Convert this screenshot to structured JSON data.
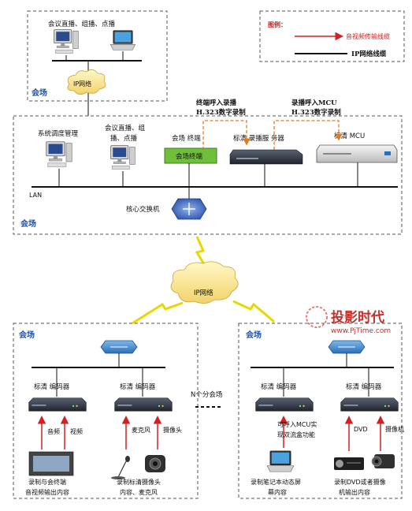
{
  "legend": {
    "title": "图例：",
    "av_cable": "音视频传输线缆",
    "ip_cable": "IP网络线缆",
    "av_color": "#d42020",
    "ip_color": "#000000"
  },
  "top_venue": {
    "label": "会议直播、组播、点播",
    "network": "IP网络",
    "venue": "会场"
  },
  "main_venue": {
    "sys_mgmt": "系统调度管理",
    "live_line1": "会议直播、组",
    "live_line2": "播、点播",
    "terminal_label": "会场 终端",
    "terminal_box": "会场终端",
    "terminal_box_color": "#6fbf3a",
    "rec_call_line1": "终端呼入录播",
    "rec_call_line2": "H.323数字录制",
    "server_label": "标清 录播服 务器",
    "mcu_call_line1": "录播呼入MCU",
    "mcu_call_line2": "H.323数字录制",
    "mcu_label": "标清 MCU",
    "lan": "LAN",
    "core_switch": "核心交换机",
    "venue": "会场"
  },
  "middle": {
    "network": "IP网络"
  },
  "watermark": {
    "brand": "投影时代",
    "url": "www.PjTime.com"
  },
  "left_venue": {
    "venue": "会场",
    "enc1_label": "标清 编码器",
    "enc2_label": "标清 编码器",
    "audio": "音频",
    "video": "视频",
    "mic": "麦克风",
    "camera": "摄像头",
    "caption1_line1": "录制与会终端",
    "caption1_line2": "音视频输出内容",
    "caption2_line1": "录制标清摄像头",
    "caption2_line2": "内容、麦克风"
  },
  "n_venues": "N个分会场",
  "right_venue": {
    "venue": "会场",
    "enc1_label": "标清 编码器",
    "enc2_label": "标清 编码器",
    "mcu_note_line1": "可呼入MCU实",
    "mcu_note_line2": "现双流盒功能",
    "dvd": "DVD",
    "camcorder": "摄像机",
    "caption1_line1": "录制笔记本动态屏",
    "caption1_line2": "幕内容",
    "caption2_line1": "录制DVD或者摄像",
    "caption2_line2": "机输出内容"
  }
}
